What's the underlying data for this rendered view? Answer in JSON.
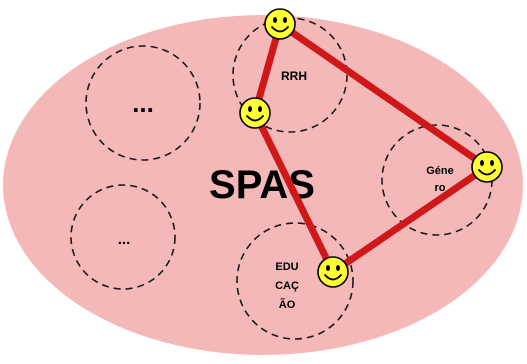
{
  "diagram": {
    "central_label": "SPAS",
    "colors": {
      "ellipse_fill": "#f5b8b8",
      "edge": "#d01818",
      "smiley_fill": "#ffff33",
      "smiley_stroke": "#000000"
    },
    "circles": [
      {
        "id": "top-left",
        "label": "..."
      },
      {
        "id": "rrh",
        "label": "RRH"
      },
      {
        "id": "bottom-left",
        "label": "..."
      },
      {
        "id": "genero",
        "label_lines": [
          "Géne",
          "ro"
        ]
      },
      {
        "id": "educacao",
        "label_lines": [
          "EDU",
          "CAÇ",
          "ÃO"
        ]
      }
    ],
    "nodes": [
      "smiley-rrh-top",
      "smiley-rrh-bottom",
      "smiley-genero",
      "smiley-educacao"
    ],
    "edges": [
      [
        "smiley-rrh-top",
        "smiley-rrh-bottom"
      ],
      [
        "smiley-rrh-top",
        "smiley-genero"
      ],
      [
        "smiley-rrh-bottom",
        "smiley-educacao"
      ],
      [
        "smiley-genero",
        "smiley-educacao"
      ]
    ],
    "icon": "smiley-face-icon"
  }
}
